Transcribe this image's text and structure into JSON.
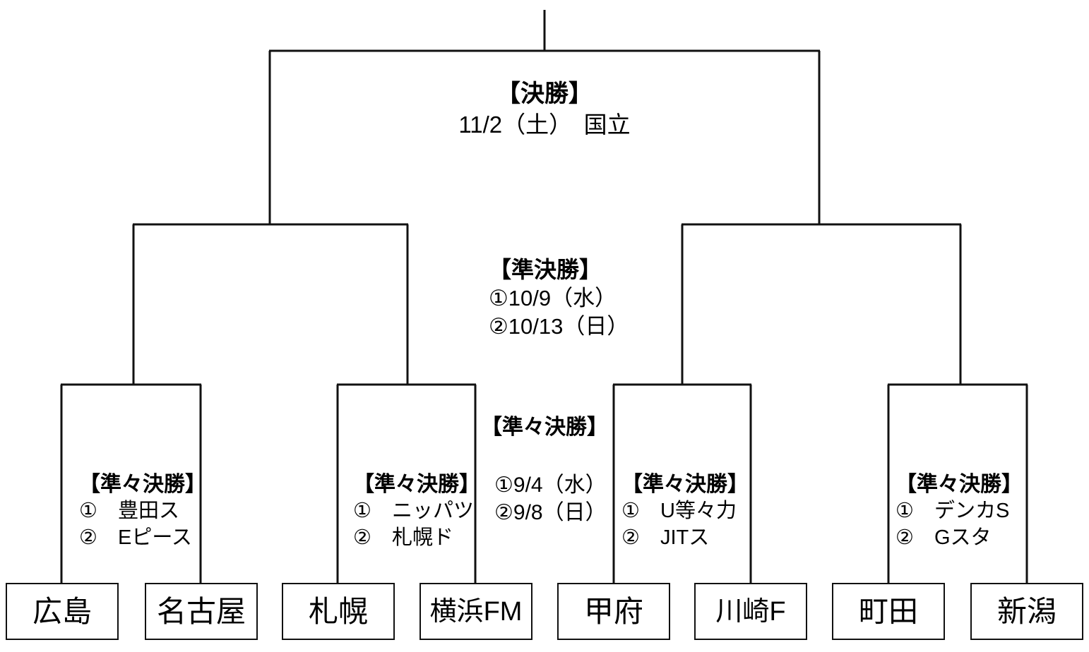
{
  "diagram": {
    "title_final": "【決勝】",
    "final_date": "11/2（土）　国立",
    "semifinal": {
      "title": "【準決勝】",
      "lines": [
        "①10/9（水）",
        "②10/13（日）"
      ]
    },
    "quarterfinal_center": {
      "title": "【準々決勝】",
      "lines": [
        "①9/4（水）",
        "②9/8（日）"
      ]
    },
    "quarterfinal_blocks": [
      {
        "title": "【準々決勝】",
        "lines": [
          "①　豊田ス",
          "②　Eピース"
        ]
      },
      {
        "title": "【準々決勝】",
        "lines": [
          "①　ニッパツ",
          "②　札幌ド"
        ]
      },
      {
        "title": "【準々決勝】",
        "lines": [
          "①　U等々力",
          "②　JITス"
        ]
      },
      {
        "title": "【準々決勝】",
        "lines": [
          "①　デンカS",
          "②　Gスタ"
        ]
      }
    ],
    "teams": [
      "広島",
      "名古屋",
      "札幌",
      "横浜FM",
      "甲府",
      "川崎F",
      "町田",
      "新潟"
    ],
    "colors": {
      "line": "#111111",
      "text": "#000000",
      "background": "#ffffff"
    }
  }
}
